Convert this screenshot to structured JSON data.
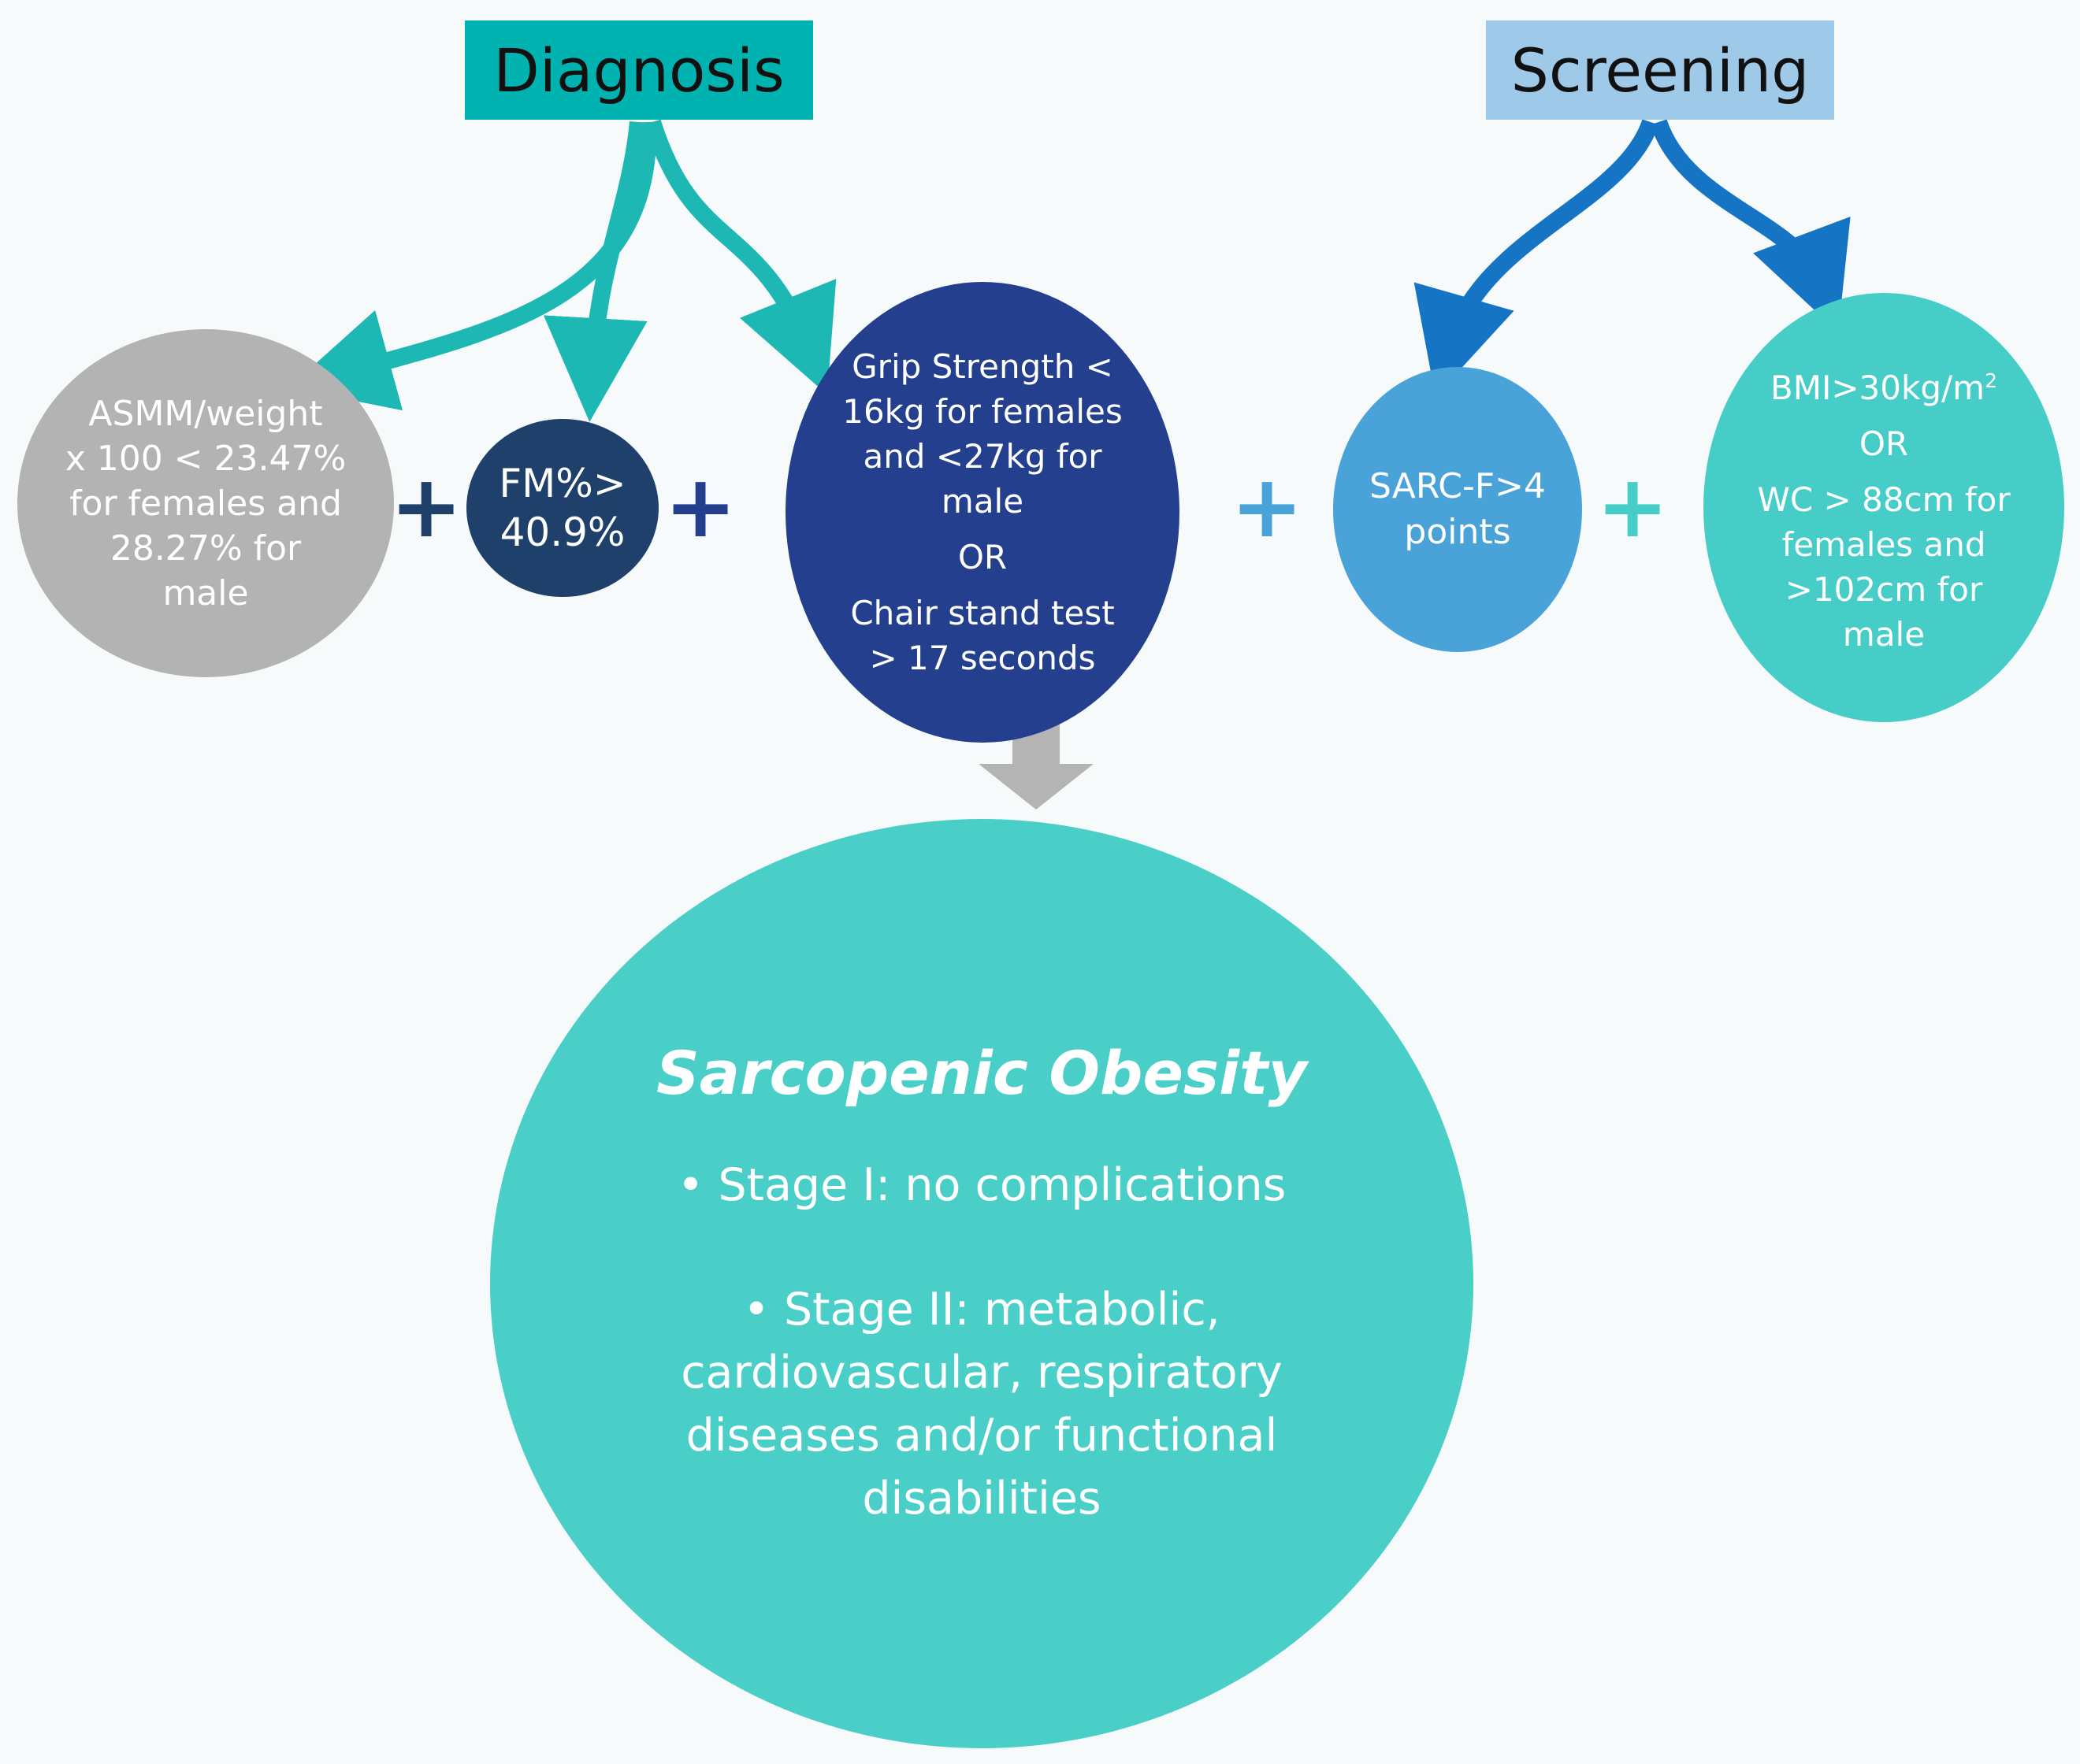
{
  "headers": {
    "diagnosis": "Diagnosis",
    "screening": "Screening"
  },
  "diagnosis_criteria": {
    "asmm": [
      "ASMM/weight",
      "x 100 < 23.47%",
      "for females and",
      "28.27% for",
      "male"
    ],
    "fm": [
      "FM%>",
      "40.9%"
    ],
    "grip": [
      "Grip Strength <",
      "16kg for females",
      "and <27kg for",
      "male"
    ],
    "grip_or": "OR",
    "chair": [
      "Chair stand test",
      "> 17 seconds"
    ]
  },
  "screening_criteria": {
    "sarc": [
      "SARC-F>4",
      "points"
    ],
    "bmi_prefix": "BMI>30kg/m",
    "bmi_sup": "2",
    "bmi_or": "OR",
    "wc": [
      "WC > 88cm for",
      "females and",
      ">102cm for",
      "male"
    ]
  },
  "plus_symbol": "+",
  "outcome": {
    "title": "Sarcopenic Obesity",
    "stage1": "• Stage I: no complications",
    "stage2": [
      "• Stage II: metabolic,",
      "cardiovascular, respiratory",
      "diseases and/or functional",
      "disabilities"
    ]
  },
  "colors": {
    "background": "#f6fafb",
    "diagnosis_header": "#00b3b0",
    "screening_header": "#9fc9e8",
    "teal_arrows": "#1db8b3",
    "blue_arrows": "#1575c4",
    "asmm_circle": "#b3b3b3",
    "fm_circle": "#20406c",
    "grip_circle": "#253f8f",
    "sarc_circle": "#4aa3d8",
    "bmi_circle": "#47cdc8",
    "outcome_circle": "#49cec8",
    "down_arrow": "#b4b4b4"
  },
  "icons": [
    "plus-icon",
    "curved-arrow-icon",
    "down-arrow-icon"
  ]
}
